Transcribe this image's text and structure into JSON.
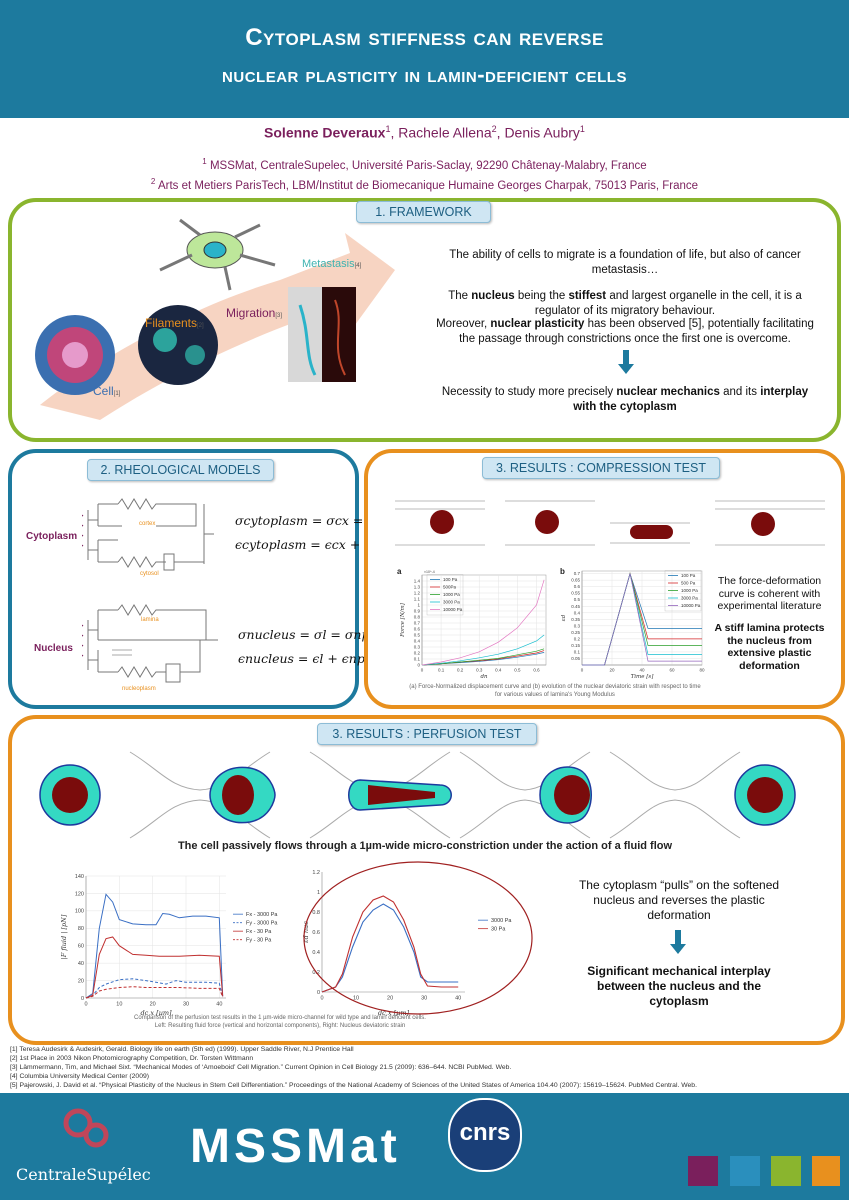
{
  "header": {
    "title_line1": "Cytoplasm stiffness can reverse",
    "title_line2": "nuclear  plasticity in lamin-deficient cells"
  },
  "authors": {
    "a1": "Solenne Deveraux",
    "a1_sup": "1",
    "a2": "Rachele Allena",
    "a2_sup": "2",
    "a3": "Denis Aubry",
    "a3_sup": "1"
  },
  "affiliations": {
    "aff1": "MSSMat, CentraleSupelec, Université Paris-Saclay, 92290 Châtenay-Malabry, France",
    "aff1_sup": "1",
    "aff2": "Arts et Metiers ParisTech, LBM/Institut de Biomecanique Humaine Georges Charpak, 75013 Paris, France",
    "aff2_sup": "2"
  },
  "framework": {
    "tag": "1. FRAMEWORK",
    "lbl_cell": "Cell",
    "lbl_cell_ref": "[1]",
    "lbl_filaments": "Filaments",
    "lbl_filaments_ref": "[2]",
    "lbl_migration": "Migration",
    "lbl_migration_ref": "[3]",
    "lbl_metastasis": "Metastasis",
    "lbl_metastasis_ref": "[4]",
    "p1": "The ability of cells to migrate is a foundation of life, but also of cancer metastasis…",
    "p2a": "The ",
    "p2b": "nucleus",
    "p2c": " being the ",
    "p2d": "stiffest",
    "p2e": " and largest organelle in the cell, it is a regulator of its migratory behaviour.",
    "p3a": "Moreover, ",
    "p3b": "nuclear plasticity",
    "p3c": " has been observed [5], potentially facilitating the passage through constrictions once the first one is overcome.",
    "p4a": "Necessity to study more precisely ",
    "p4b": "nuclear mechanics",
    "p4c": " and its ",
    "p4d": "interplay with the cytoplasm"
  },
  "rheo": {
    "tag": "2. RHEOLOGICAL MODELS",
    "cytoplasm": "Cytoplasm",
    "nucleus": "Nucleus",
    "cortex": "cortex",
    "cytosol": "cytosol",
    "lamina": "lamina",
    "nucleoplasm": "nucleoplasm",
    "eq1": "σcytoplasm = σcx = σcl",
    "eq2": "ϵcytoplasm = ϵcx + ϵcl",
    "eq3": "σnucleus = σl = σnp",
    "eq4": "ϵnucleus = ϵl + ϵnp"
  },
  "compression": {
    "tag": "3. RESULTS : COMPRESSION TEST",
    "text1": "The force-deformation curve is coherent with experimental literature",
    "text2": "A stiff lamina protects the nucleus from extensive plastic deformation",
    "caption": "(a) Force-Normalized displacement curve and (b) evolution of the nuclear deviatoric strain with respect to time for various values of lamina's Young Modulus",
    "plot_a_letter": "a",
    "plot_b_letter": "b",
    "plot_a_xlabel": "dn",
    "plot_a_ylabel": "Force [N/m]",
    "plot_b_xlabel": "Time [s]",
    "plot_b_ylabel": "εd"
  },
  "perfusion": {
    "tag": "3. RESULTS : PERFUSION TEST",
    "headline": "The cell passively flows through a 1µm-wide micro-constriction under the action of a fluid flow",
    "text1": "The cytoplasm “pulls” on the softened nucleus and reverses the plastic deformation",
    "text2": "Significant mechanical interplay between the nucleus and the cytoplasm",
    "caption": "Comparison of the perfusion test results in the 1 µm-wide micro-channel for wild type and lamin deficient cells. Left: Resulting fluid force (vertical and horizontal components), Right:  Nucleus deviatoric strain",
    "left_ylabel": "|F fluid | [pN]",
    "left_xlabel": "dc,x [µm]",
    "right_ylabel": "εd nuc",
    "right_xlabel": "dc,x [µm]"
  },
  "chart_data": [
    {
      "type": "line",
      "title": "",
      "xlabel": "dn",
      "ylabel": "Force [N/m]",
      "y_multiplier": "×10^-4",
      "xlim": [
        0,
        0.65
      ],
      "ylim": [
        0,
        1.5
      ],
      "x_ticks": [
        0,
        0.1,
        0.2,
        0.3,
        0.4,
        0.5,
        0.6
      ],
      "y_ticks": [
        0,
        0.1,
        0.2,
        0.3,
        0.4,
        0.5,
        0.6,
        0.7,
        0.8,
        0.9,
        1,
        1.1,
        1.2,
        1.3,
        1.4
      ],
      "legend": "top-left",
      "series": [
        {
          "name": "100 Pa",
          "color": "#1f77b4",
          "x": [
            0,
            0.1,
            0.2,
            0.3,
            0.4,
            0.5,
            0.6,
            0.64
          ],
          "y": [
            0,
            0.02,
            0.04,
            0.06,
            0.09,
            0.13,
            0.18,
            0.21
          ]
        },
        {
          "name": "500Pa",
          "color": "#d62728",
          "x": [
            0,
            0.1,
            0.2,
            0.3,
            0.4,
            0.5,
            0.6,
            0.64
          ],
          "y": [
            0,
            0.02,
            0.05,
            0.07,
            0.1,
            0.15,
            0.2,
            0.24
          ]
        },
        {
          "name": "1000 Pa",
          "color": "#2ca02c",
          "x": [
            0,
            0.1,
            0.2,
            0.3,
            0.4,
            0.5,
            0.6,
            0.64
          ],
          "y": [
            0,
            0.02,
            0.05,
            0.08,
            0.11,
            0.17,
            0.23,
            0.27
          ]
        },
        {
          "name": "3000 Pa",
          "color": "#17becf",
          "x": [
            0,
            0.1,
            0.2,
            0.3,
            0.4,
            0.5,
            0.6,
            0.64
          ],
          "y": [
            0,
            0.03,
            0.07,
            0.12,
            0.18,
            0.27,
            0.4,
            0.5
          ]
        },
        {
          "name": "10000 Pa",
          "color": "#e377c2",
          "x": [
            0,
            0.1,
            0.2,
            0.3,
            0.4,
            0.5,
            0.6,
            0.64
          ],
          "y": [
            0,
            0.05,
            0.12,
            0.22,
            0.38,
            0.62,
            1.0,
            1.42
          ]
        }
      ]
    },
    {
      "type": "line",
      "title": "",
      "xlabel": "Time [s]",
      "ylabel": "εd",
      "xlim": [
        0,
        80
      ],
      "ylim": [
        0,
        0.72
      ],
      "x_ticks": [
        0,
        20,
        40,
        60,
        80
      ],
      "y_ticks": [
        0.05,
        0.1,
        0.15,
        0.2,
        0.25,
        0.3,
        0.35,
        0.4,
        0.45,
        0.5,
        0.55,
        0.6,
        0.65,
        0.7
      ],
      "legend": "top-right",
      "series": [
        {
          "name": "100 Pa",
          "color": "#1f77b4",
          "x": [
            0,
            15,
            32,
            44,
            80
          ],
          "y": [
            0,
            0,
            0.7,
            0.28,
            0.28
          ]
        },
        {
          "name": "500 Pa",
          "color": "#d62728",
          "x": [
            0,
            15,
            32,
            44,
            80
          ],
          "y": [
            0,
            0,
            0.7,
            0.2,
            0.2
          ]
        },
        {
          "name": "1000 Pa",
          "color": "#2ca02c",
          "x": [
            0,
            15,
            32,
            44,
            80
          ],
          "y": [
            0,
            0,
            0.7,
            0.15,
            0.15
          ]
        },
        {
          "name": "3000 Pa",
          "color": "#17becf",
          "x": [
            0,
            15,
            32,
            44,
            80
          ],
          "y": [
            0,
            0,
            0.7,
            0.08,
            0.08
          ]
        },
        {
          "name": "10000 Pa",
          "color": "#9467bd",
          "x": [
            0,
            15,
            32,
            44,
            80
          ],
          "y": [
            0,
            0,
            0.7,
            0.03,
            0.03
          ]
        }
      ]
    },
    {
      "type": "line",
      "title": "",
      "xlabel": "dc,x [µm]",
      "ylabel": "|F fluid | [pN]",
      "xlim": [
        0,
        42
      ],
      "ylim": [
        0,
        140
      ],
      "x_ticks": [
        0,
        10,
        20,
        30,
        40
      ],
      "y_ticks": [
        0,
        20,
        40,
        60,
        80,
        100,
        120,
        140
      ],
      "legend": "right",
      "series": [
        {
          "name": "Fx - 3000 Pa",
          "color": "#3a6fc4",
          "dash": false,
          "x": [
            0,
            2,
            4,
            6,
            8,
            10,
            14,
            18,
            21,
            23,
            25,
            28,
            32,
            36,
            40,
            41
          ],
          "y": [
            0,
            5,
            80,
            119,
            110,
            90,
            85,
            84,
            84,
            97,
            96,
            92,
            94,
            94,
            92,
            2
          ]
        },
        {
          "name": "Fy - 3000 Pa",
          "color": "#3a6fc4",
          "dash": true,
          "x": [
            0,
            2,
            4,
            6,
            10,
            14,
            18,
            21,
            24,
            27,
            30,
            36,
            40,
            41
          ],
          "y": [
            0,
            3,
            12,
            16,
            21,
            22,
            20,
            18,
            16,
            20,
            18,
            18,
            17,
            1
          ]
        },
        {
          "name": "Fx - 30 Pa",
          "color": "#c03030",
          "dash": false,
          "x": [
            0,
            2,
            4,
            6,
            8,
            10,
            14,
            18,
            22,
            28,
            34,
            40,
            41
          ],
          "y": [
            0,
            3,
            50,
            68,
            70,
            60,
            50,
            49,
            48,
            48,
            49,
            48,
            2
          ]
        },
        {
          "name": "Fy - 30 Pa",
          "color": "#c03030",
          "dash": true,
          "x": [
            0,
            2,
            4,
            6,
            10,
            14,
            18,
            22,
            28,
            34,
            40,
            41
          ],
          "y": [
            0,
            2,
            8,
            10,
            12,
            13,
            12,
            12,
            12,
            11,
            11,
            1
          ]
        }
      ]
    },
    {
      "type": "line",
      "title": "",
      "xlabel": "dc,x [µm]",
      "ylabel": "εd nuc",
      "xlim": [
        0,
        42
      ],
      "ylim": [
        0,
        1.2
      ],
      "x_ticks": [
        0,
        10,
        20,
        30,
        40
      ],
      "y_ticks": [
        0,
        0.2,
        0.4,
        0.6,
        0.8,
        1,
        1.2
      ],
      "legend": "right",
      "series": [
        {
          "name": "3000 Pa",
          "color": "#3a6fc4",
          "x": [
            0,
            4,
            6,
            9,
            12,
            15,
            18,
            21,
            24,
            27,
            29,
            31,
            35,
            40
          ],
          "y": [
            0,
            0.05,
            0.15,
            0.45,
            0.7,
            0.82,
            0.88,
            0.82,
            0.65,
            0.4,
            0.15,
            0.1,
            0.1,
            0.1
          ]
        },
        {
          "name": "30 Pa",
          "color": "#c03030",
          "x": [
            0,
            4,
            6,
            9,
            12,
            15,
            18,
            21,
            24,
            27,
            29,
            31,
            35,
            40
          ],
          "y": [
            0,
            0.05,
            0.18,
            0.55,
            0.8,
            0.92,
            0.96,
            0.9,
            0.72,
            0.45,
            0.18,
            0.06,
            0.05,
            0.05
          ]
        }
      ]
    }
  ],
  "references": {
    "r1": "[1] Teresa Audesirk & Audesirk, Gerald. Biology life on earth (5th ed) (1999). Upper Saddle River, N.J Prentice Hall",
    "r2": "[2] 1st Place in 2003 Nikon Photomicrography Competition, Dr. Torsten Wittmann",
    "r3": "[3] Lämmermann, Tim, and Michael Sixt. “Mechanical Modes of ‘Amoeboid’ Cell Migration.” Current Opinion in Cell Biology 21.5 (2009): 636–644. NCBI PubMed. Web.",
    "r4": "[4] Columbia University Medical Center (2009)",
    "r5": "[5] Pajerowski, J. David et al. “Physical Plasticity of the Nucleus in Stem Cell Differentiation.” Proceedings of the National Academy of Sciences of the United States of America 104.40 (2007): 15619–15624. PubMed Central. Web."
  },
  "footer": {
    "logo1": "CentraleSupélec",
    "logo2": "MSSMat",
    "logo3": "cnrs",
    "squares": [
      "#7a1f5c",
      "#1d7a9e",
      "#8ab52e",
      "#e8901e"
    ]
  },
  "colors": {
    "header": "#1d7a9e",
    "framework": "#8ab52e",
    "rheo": "#1d7a9e",
    "results": "#e8901e",
    "author": "#7a1f5c",
    "nucleus": "#7a0c0c",
    "cytoplasm": "#34d9c3"
  }
}
